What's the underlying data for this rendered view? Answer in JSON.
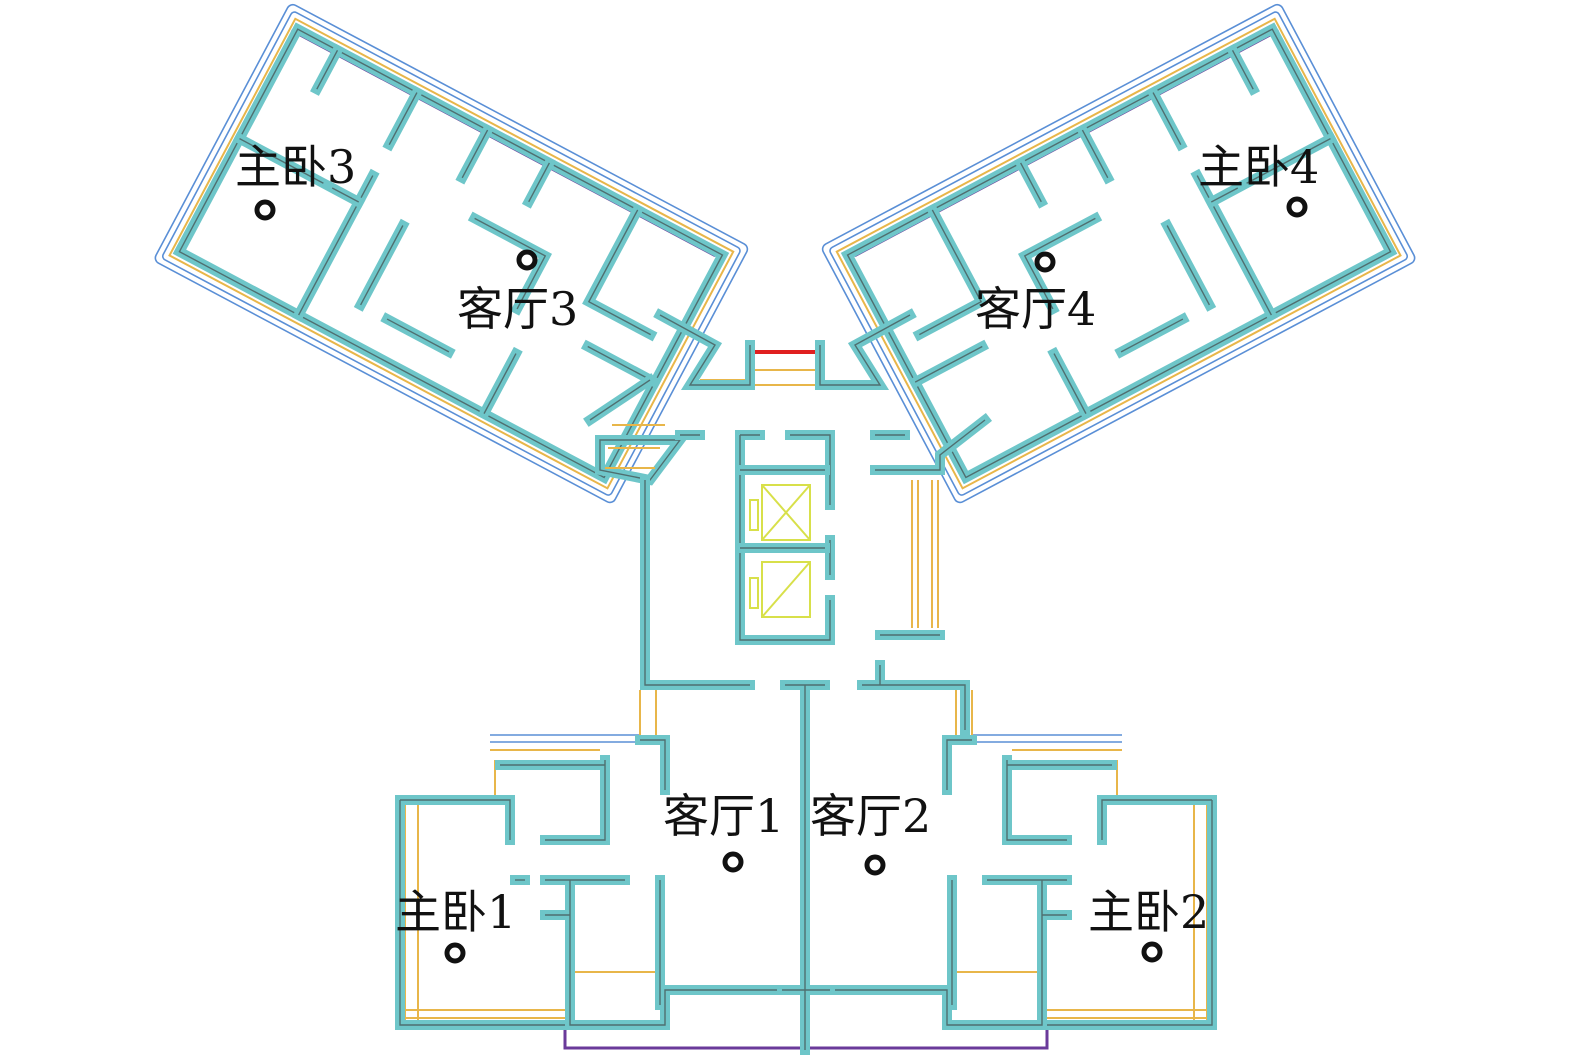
{
  "colors": {
    "wall": "#6ec6c9",
    "window": "#e8b64a",
    "boundary": "#5a8fd6",
    "balcony_edge": "#6a3a9a",
    "elevator": "#d8e04a",
    "entrance": "#e02020"
  },
  "rooms": {
    "bedroom3": "主卧3",
    "living3": "客厅3",
    "bedroom4": "主卧4",
    "living4": "客厅4",
    "living1": "客厅1",
    "living2": "客厅2",
    "bedroom1": "主卧1",
    "bedroom2": "主卧2"
  },
  "marker_icon": "circle-marker"
}
